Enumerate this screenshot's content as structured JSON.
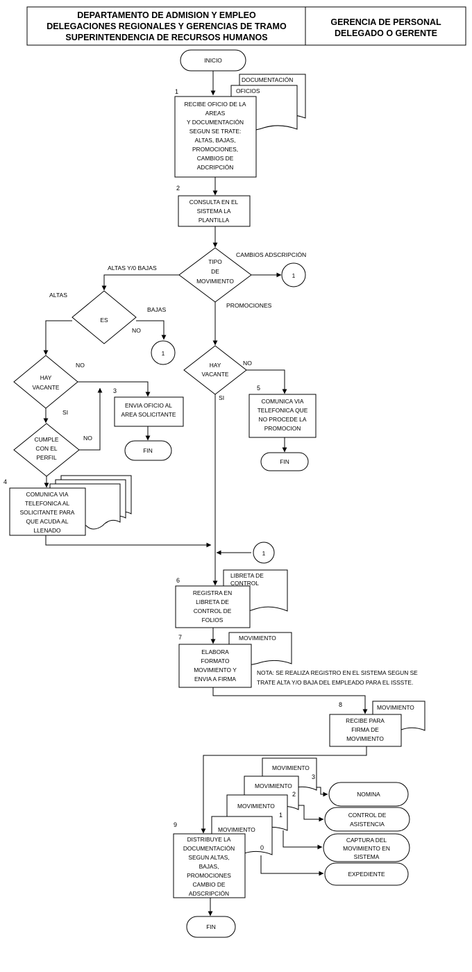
{
  "header": {
    "left_lines": [
      "DEPARTAMENTO DE ADMISION Y EMPLEO",
      "DELEGACIONES REGIONALES  Y  GERENCIAS DE TRAMO",
      "SUPERINTENDENCIA DE RECURSOS HUMANOS"
    ],
    "right_lines": [
      "GERENCIA DE PERSONAL",
      "DELEGADO O GERENTE"
    ]
  },
  "terminals": {
    "start": "INICIO",
    "end": "FIN",
    "nomina": [
      "NOMINA"
    ],
    "control_asistencia": [
      "CONTROL DE",
      "ASISTENCIA"
    ],
    "captura": [
      "CAPTURA DEL",
      "MOVIMIENTO EN",
      "SISTEMA"
    ],
    "expediente": [
      "EXPEDIENTE"
    ]
  },
  "connector": "1",
  "steps": {
    "s1": {
      "number": "1",
      "lines": [
        "RECIBE OFICIO DE LA",
        "AREAS",
        "Y DOCUMENTACIÓN",
        "SEGUN SE TRATE:",
        "ALTAS, BAJAS,",
        "PROMOCIONES,",
        "CAMBIOS DE",
        "ADCRIPCIÓN"
      ]
    },
    "s2": {
      "number": "2",
      "lines": [
        "CONSULTA EN EL",
        "SISTEMA LA",
        "PLANTILLA"
      ]
    },
    "s3": {
      "number": "3",
      "lines": [
        "ENVIA OFICIO AL",
        "AREA SOLICITANTE"
      ]
    },
    "s4": {
      "number": "4",
      "lines": [
        "COMUNICA VIA",
        "TELEFONICA AL",
        "SOLICITANTE PARA",
        "QUE ACUDA AL",
        "LLENADO"
      ]
    },
    "s5": {
      "number": "5",
      "lines": [
        "COMUNICA VIA",
        "TELEFONICA QUE",
        "NO PROCEDE  LA",
        "PROMOCION"
      ]
    },
    "s6": {
      "number": "6",
      "lines": [
        "REGISTRA EN",
        "LIBRETA DE",
        "CONTROL DE",
        "FOLIOS"
      ]
    },
    "s7": {
      "number": "7",
      "lines": [
        "ELABORA",
        "FORMATO",
        "MOVIMIENTO Y",
        "ENVIA A FIRMA"
      ]
    },
    "s8": {
      "number": "8",
      "lines": [
        "RECIBE PARA",
        "FIRMA DE",
        "MOVIMIENTO"
      ]
    },
    "s9": {
      "number": "9",
      "lines": [
        "DISTRIBUYE LA",
        "DOCUMENTACIÓN",
        "SEGUN  ALTAS,",
        "BAJAS,",
        "PROMOCIONES",
        "CAMBIO DE",
        "ADSCRIPCIÓN"
      ]
    }
  },
  "decisions": {
    "tipo": [
      "TIPO",
      "DE",
      "MOVIMIENTO"
    ],
    "es": [
      "ES"
    ],
    "hay_vacante": [
      "HAY",
      "VACANTE"
    ],
    "cumple": [
      "CUMPLE",
      "CON EL",
      "PERFIL"
    ]
  },
  "documents": {
    "documentacion": "DOCUMENTACIÓN",
    "oficios": "OFICIOS",
    "libreta": [
      "LIBRETA DE",
      "CONTROL"
    ],
    "movimiento": "MOVIMIENTO",
    "copy_numbers": [
      "3",
      "2",
      "1",
      "0"
    ]
  },
  "labels": {
    "altas_bajas": "ALTAS Y/0  BAJAS",
    "cambios": "CAMBIOS ADSCRIPCIÓN",
    "promociones": "PROMOCIONES",
    "altas": "ALTAS",
    "bajas": "BAJAS",
    "no": "NO",
    "si": "SI"
  },
  "note": [
    "NOTA: SE REALIZA REGISTRO EN EL SISTEMA  SEGUN SE",
    "TRATE  ALTA Y/O BAJA  DEL EMPLEADO PARA EL ISSSTE."
  ]
}
